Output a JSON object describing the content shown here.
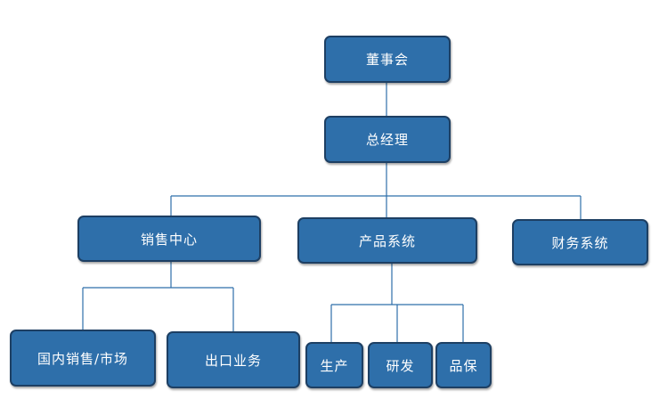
{
  "org_chart": {
    "board": "董事会",
    "gm": "总经理",
    "sales_center": "销售中心",
    "product_system": "产品系统",
    "finance_system": "财务系统",
    "domestic_sales": "国内销售/市场",
    "export_business": "出口业务",
    "production": "生产",
    "rnd": "研发",
    "quality": "品保"
  },
  "colors": {
    "node_fill": "#2e6faa",
    "node_border": "#1d3f63",
    "connector": "#2e6faa"
  }
}
